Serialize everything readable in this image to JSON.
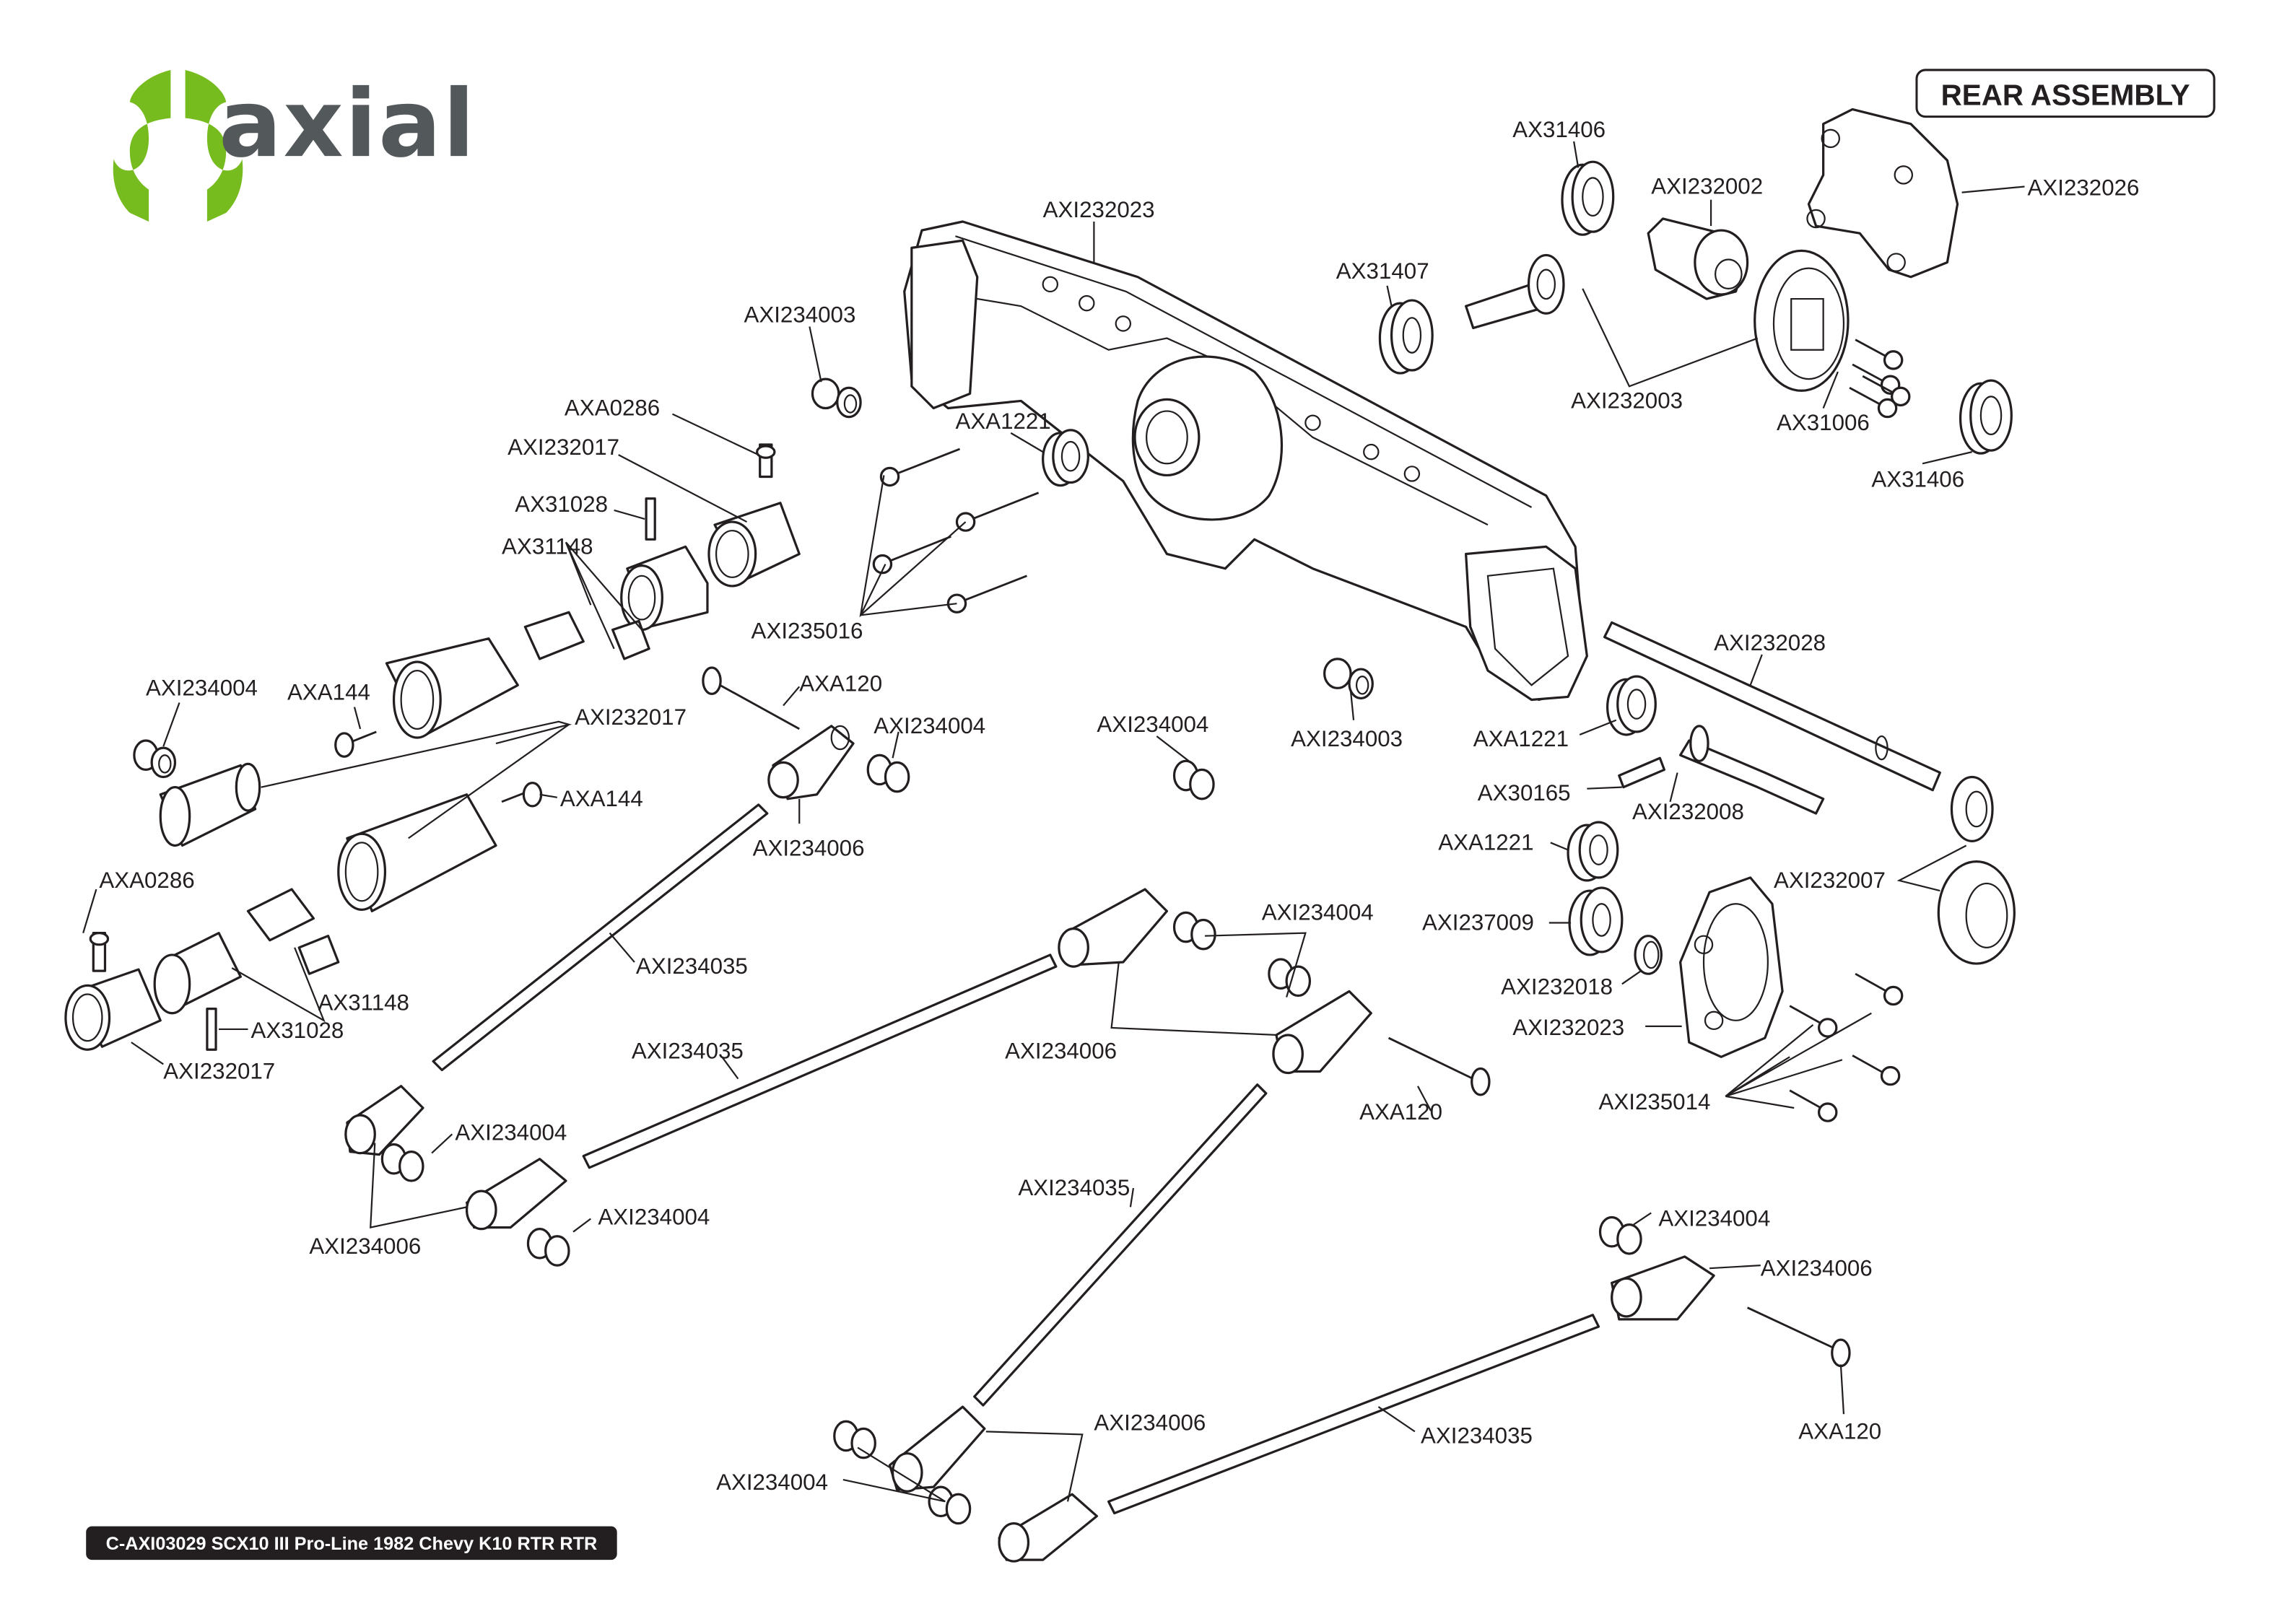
{
  "brand": {
    "name": "axial",
    "logo_icon": "axial-logo-icon",
    "logo_green": "#77bc1f",
    "logo_gray": "#53585b"
  },
  "section_title": "REAR ASSEMBLY",
  "footer": "C-AXI03029 SCX10 III Pro-Line 1982 Chevy K10 RTR RTR",
  "colors": {
    "ink": "#231f20",
    "paper": "#ffffff"
  },
  "labels": {
    "axle_housing": "AXI232023",
    "bearing_top_1": "AX31406",
    "diff_locker": "AXI232002",
    "diff_cover": "AXI232026",
    "bearing_pinion": "AX31407",
    "ring_pinion_gear": "AXI232003",
    "diff_screws": "AX31006",
    "bearing_top_2": "AX31406",
    "link_mount_top": "AXI234003",
    "set_screw_top": "AXA0286",
    "yoke_top": "AXI232017",
    "pin_top": "AX31028",
    "ujoint_top": "AX31148",
    "bearing_mid": "AXA1221",
    "housing_screws": "AXI235016",
    "link_mount_mid": "AXI234003",
    "axle_shaft": "AXI232028",
    "bearing_right_1": "AXA1221",
    "drive_pin": "AX30165",
    "output_shaft": "AXI232008",
    "bearing_right_2": "AXA1221",
    "transfer_gears": "AXI232007",
    "bearing_right_3": "AXI237009",
    "shim": "AXI232018",
    "gear_cover": "AXI232023",
    "cover_screws": "AXI235014",
    "pivot_ball_left_1": "AXI234004",
    "button_screw_left": "AXA144",
    "driveshaft_outer": "AXI232017",
    "link_bolt_1": "AXA120",
    "pivot_ball_mid_1": "AXI234004",
    "pivot_ball_mid_2": "AXI234004",
    "rod_end_mid_1": "AXI234006",
    "button_screw_left_2": "AXA144",
    "set_screw_bottom": "AXA0286",
    "link_rod_1": "AXI234035",
    "ujoint_bottom": "AX31148",
    "pin_bottom": "AX31028",
    "yoke_bottom": "AXI232017",
    "pivot_ball_right_1": "AXI234004",
    "rod_end_right_1": "AXI234006",
    "link_rod_2": "AXI234035",
    "link_bolt_2": "AXA120",
    "pivot_ball_lower_1": "AXI234004",
    "rod_end_lower_left": "AXI234006",
    "pivot_ball_lower_2": "AXI234004",
    "link_rod_3": "AXI234035",
    "pivot_ball_far_right": "AXI234004",
    "rod_end_far_right": "AXI234006",
    "link_bolt_3": "AXA120",
    "rod_end_bottom": "AXI234006",
    "link_rod_4": "AXI234035",
    "pivot_ball_bottom": "AXI234004"
  }
}
